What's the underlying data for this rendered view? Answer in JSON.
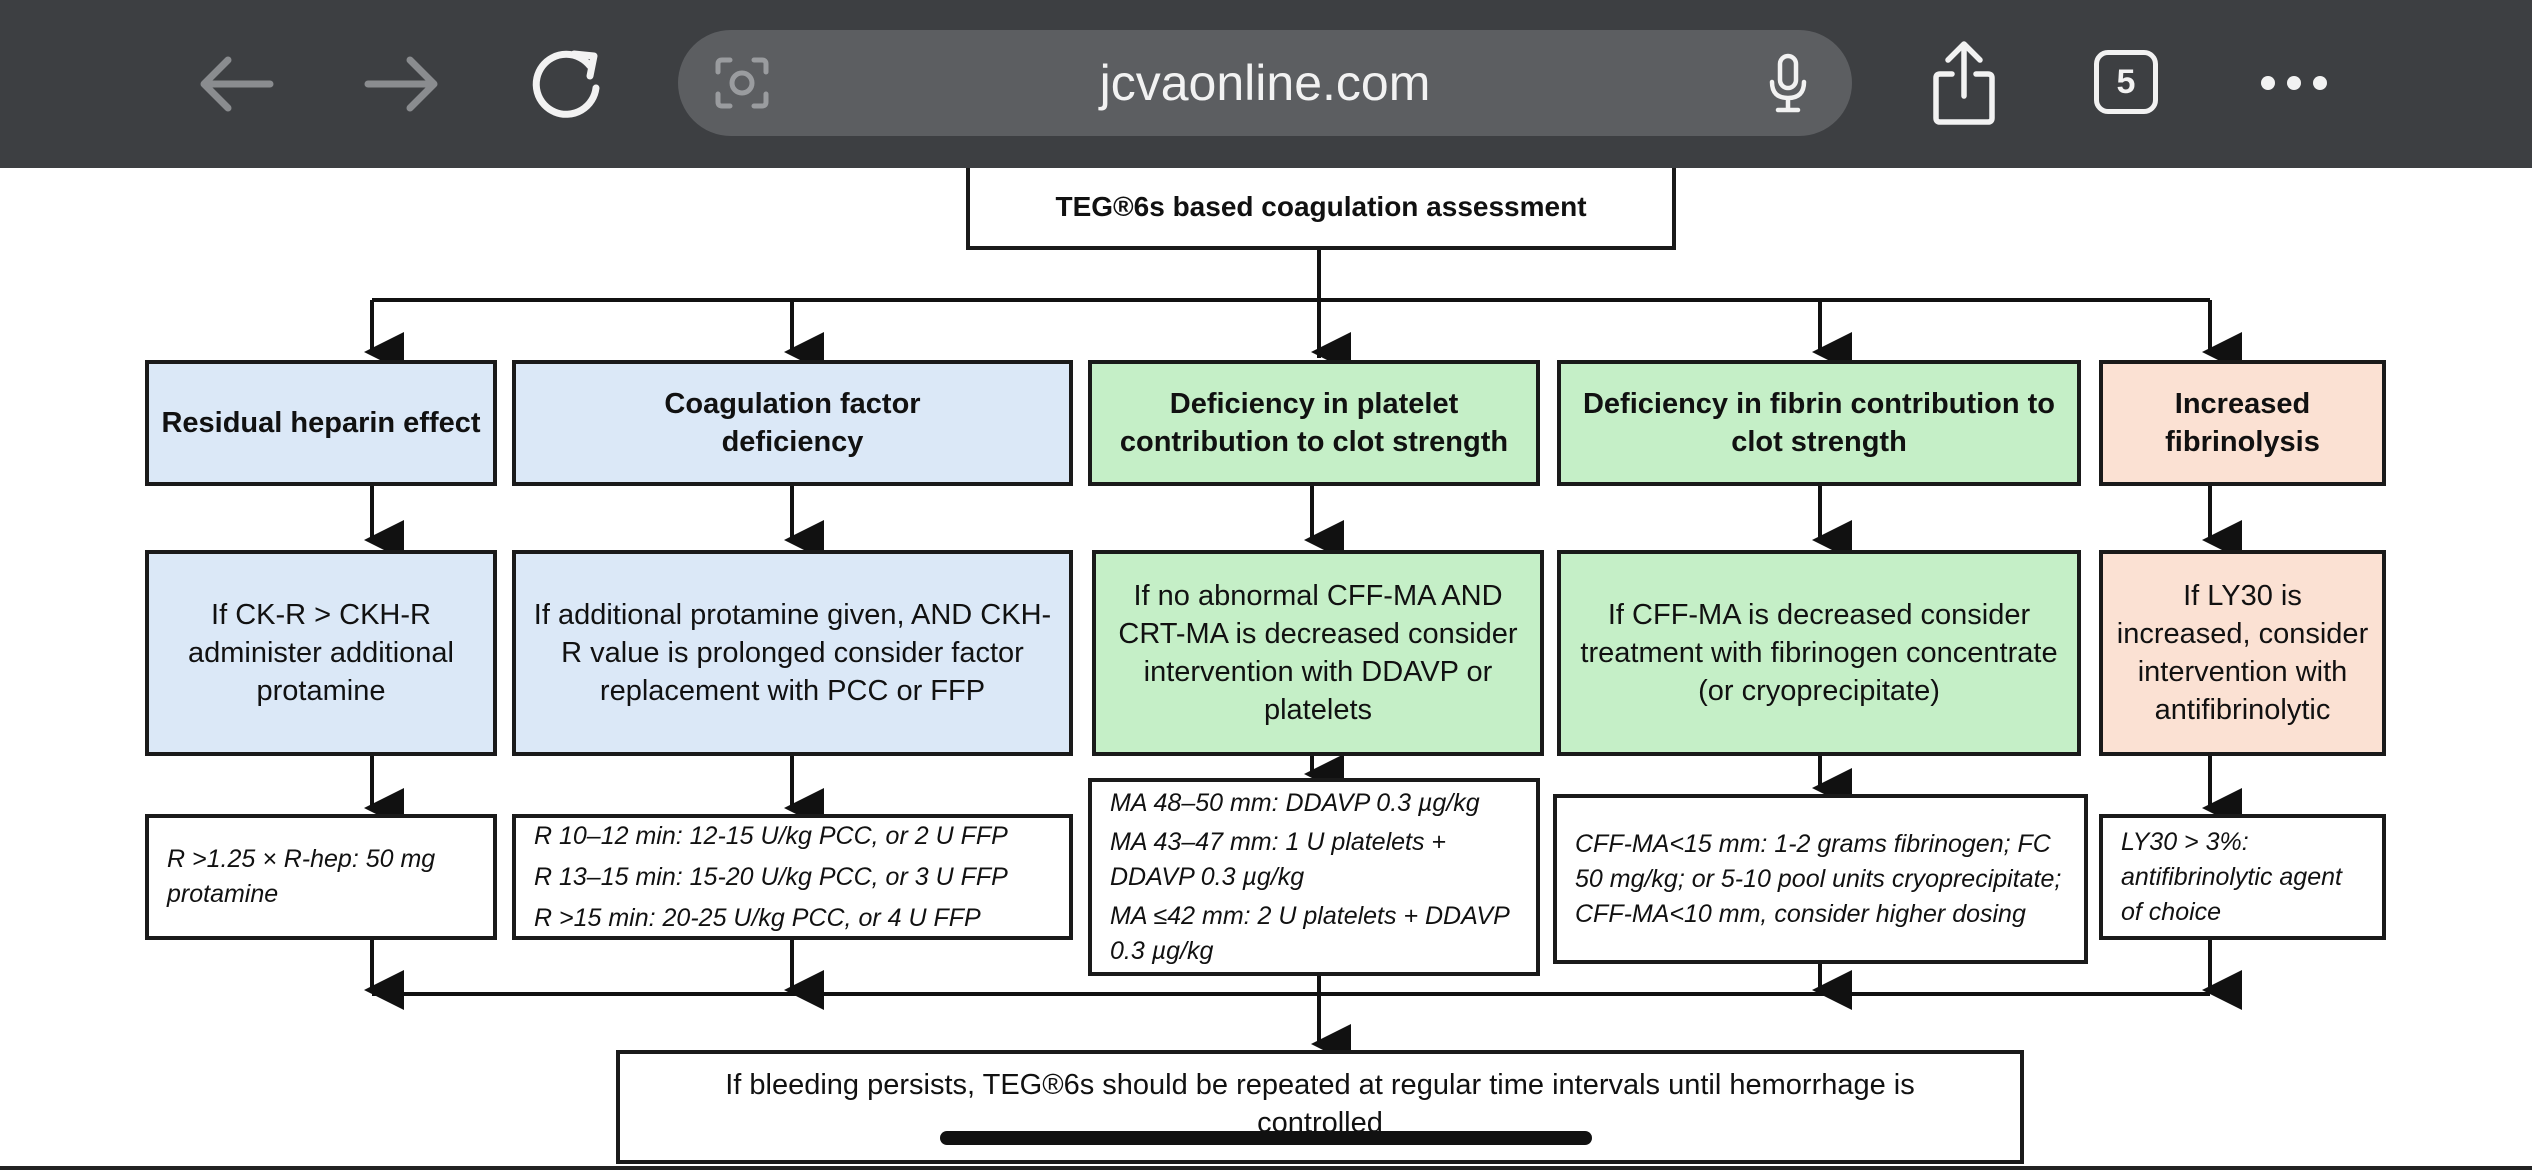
{
  "browser": {
    "url": "jcvaonline.com",
    "tab_count": "5",
    "icons": [
      "back-icon",
      "forward-icon",
      "reload-icon",
      "visual-search-icon",
      "microphone-icon",
      "share-icon",
      "tabs-icon",
      "more-icon"
    ]
  },
  "diagram": {
    "top_title": "TEG®6s based coagulation assessment",
    "columns": [
      {
        "header": "Residual heparin effect",
        "action": "If CK-R > CKH-R administer additional protamine",
        "dose": [
          "R >1.25 × R-hep: 50 mg protamine"
        ],
        "color": "#dbe8f7"
      },
      {
        "header": "Coagulation factor deficiency",
        "action": "If additional protamine given, AND CKH-R value is prolonged consider factor replacement with PCC or FFP",
        "dose": [
          "R 10–12 min: 12-15 U/kg PCC, or 2 U FFP",
          "R 13–15 min: 15-20 U/kg PCC, or 3 U FFP",
          "R >15 min: 20-25 U/kg PCC, or 4 U FFP"
        ],
        "color": "#dbe8f7"
      },
      {
        "header": "Deficiency in platelet contribution to clot strength",
        "action": "If no abnormal CFF-MA AND CRT-MA is decreased consider intervention with DDAVP or platelets",
        "dose": [
          "MA 48–50 mm: DDAVP 0.3 µg/kg",
          "MA 43–47 mm: 1 U  platelets + DDAVP 0.3 µg/kg",
          "MA ≤42 mm: 2 U platelets + DDAVP 0.3 µg/kg"
        ],
        "color": "#c5efc7"
      },
      {
        "header": "Deficiency in fibrin contribution to clot  strength",
        "action": "If CFF-MA is decreased consider treatment with fibrinogen concentrate (or cryoprecipitate)",
        "dose": [
          "CFF-MA<15 mm: 1-2 grams fibrinogen; FC 50 mg/kg; or 5-10 pool units cryoprecipitate; CFF-MA<10 mm, consider higher dosing"
        ],
        "color": "#c5efc7"
      },
      {
        "header": "Increased fibrinolysis",
        "action": "If LY30 is increased, consider intervention with antifibrinolytic",
        "dose": [
          "LY30 > 3%: antifibrinolytic agent of choice"
        ],
        "color": "#fbe1d3"
      }
    ],
    "bottom_text": "If bleeding persists, TEG®6s should be repeated at regular time intervals until hemorrhage is controlled"
  }
}
